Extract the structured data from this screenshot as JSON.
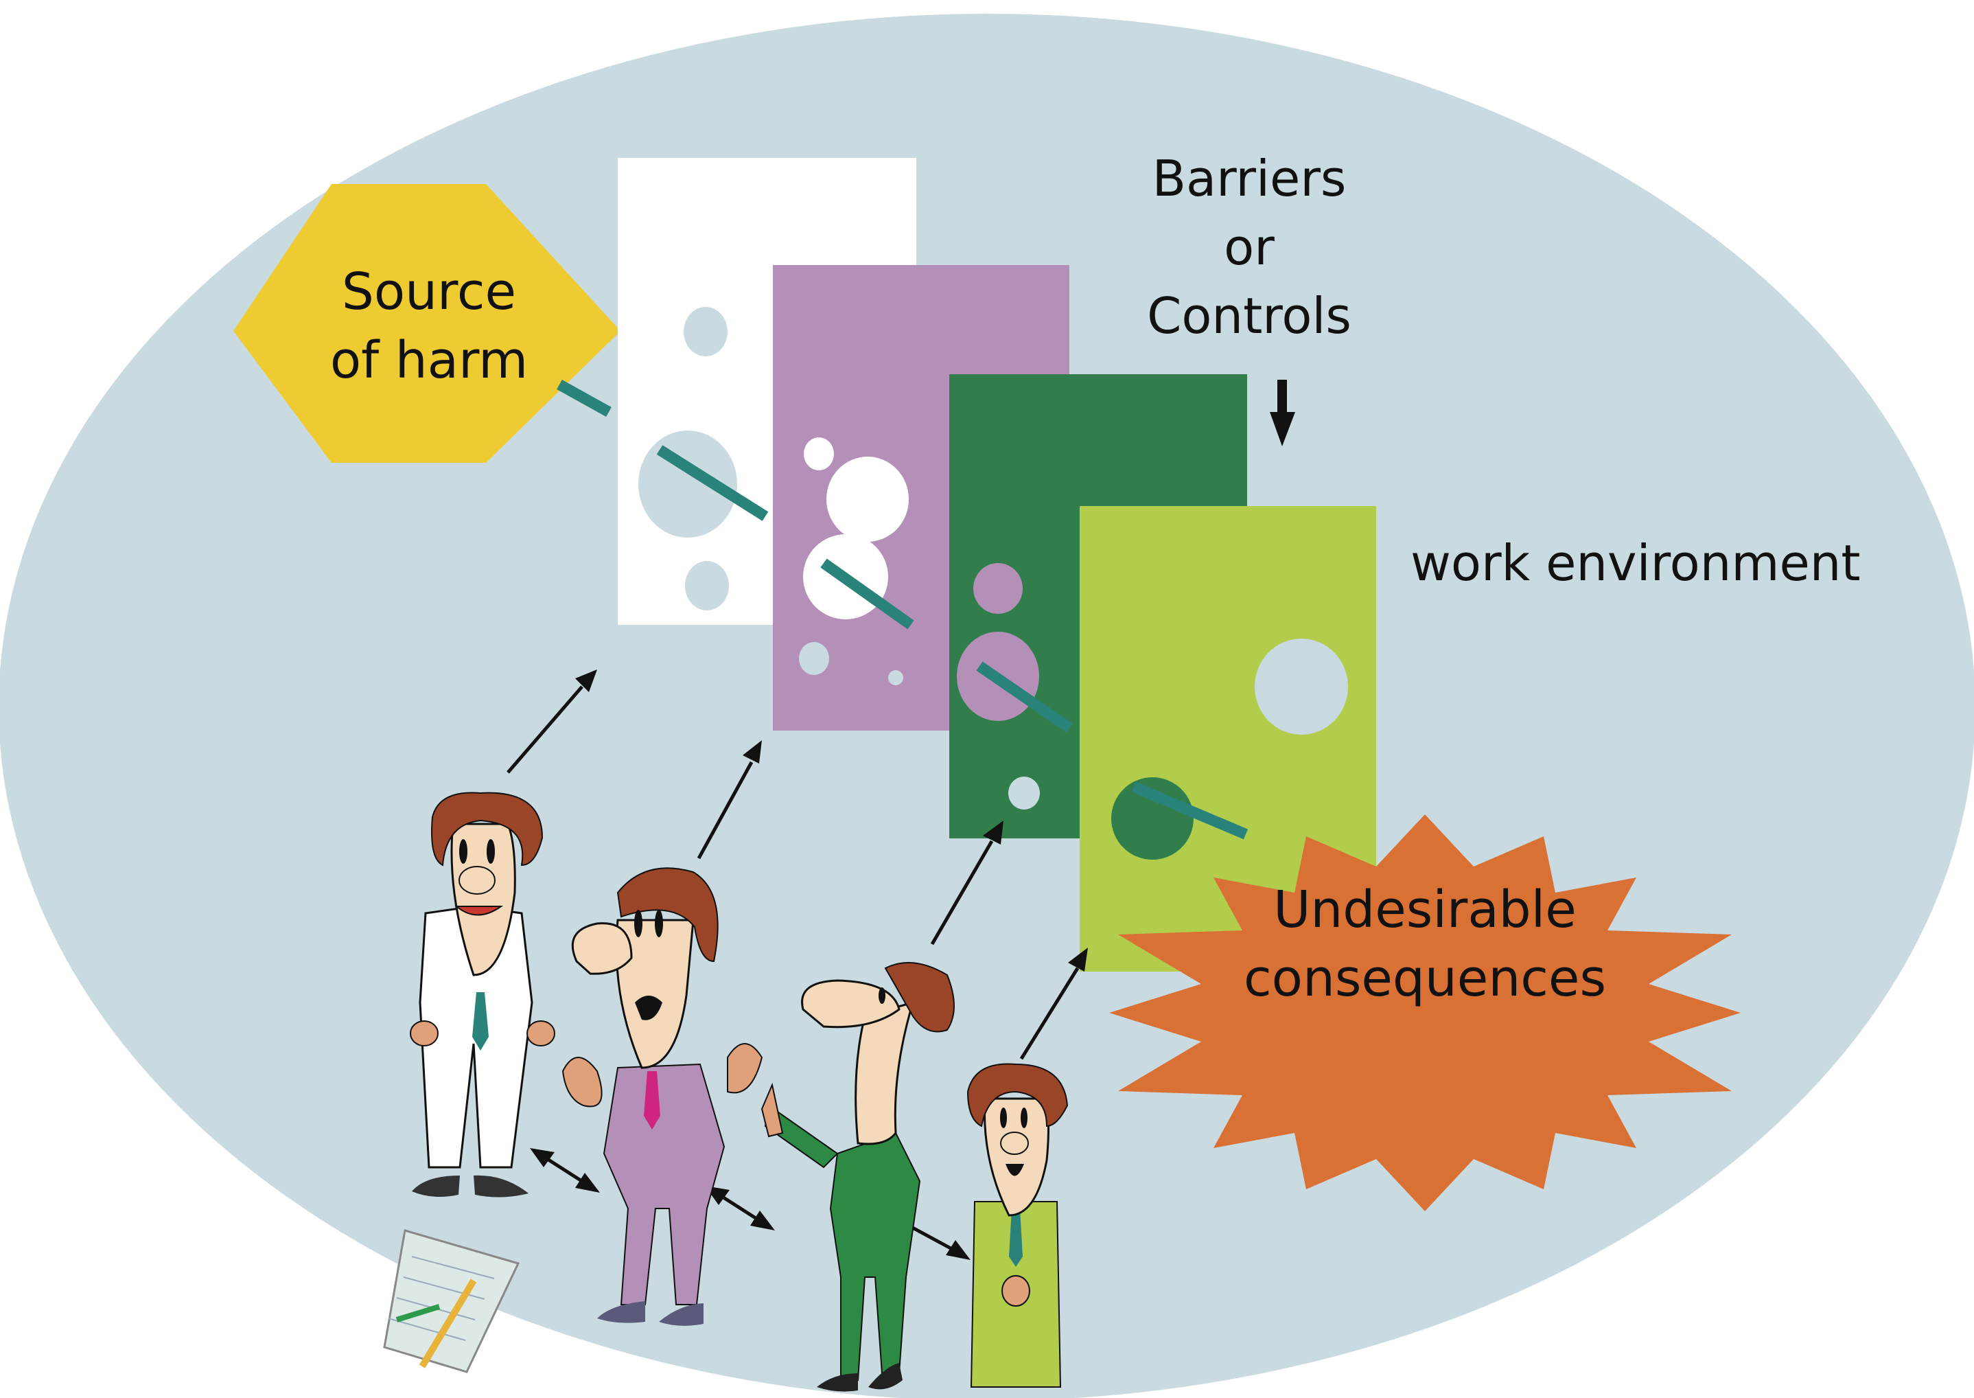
{
  "diagram": {
    "title": "Swiss cheese model of barriers in a work environment",
    "labels": {
      "source_line1": "Source",
      "source_line2": "of harm",
      "barriers_line1": "Barriers",
      "barriers_line2": "or",
      "barriers_line3": "Controls",
      "environment": "work environment",
      "consequence_line1": "Undesirable",
      "consequence_line2": "consequences"
    },
    "barriers": [
      {
        "name": "barrier-1",
        "color": "white"
      },
      {
        "name": "barrier-2",
        "color": "purple"
      },
      {
        "name": "barrier-3",
        "color": "dark green"
      },
      {
        "name": "barrier-4",
        "color": "lime green"
      }
    ],
    "people": [
      {
        "name": "person-white-suit",
        "suit_color": "white",
        "expression": "smiling"
      },
      {
        "name": "person-purple-suit",
        "suit_color": "purple",
        "expression": "worried"
      },
      {
        "name": "person-green-suit",
        "suit_color": "green",
        "expression": "pointing"
      },
      {
        "name": "person-lime-jacket",
        "suit_color": "lime",
        "expression": "cheerful"
      }
    ],
    "colors": {
      "environment_ellipse": "#c9dbe1",
      "source_hexagon": "#eecb30",
      "barrier_white": "#ffffff",
      "barrier_purple": "#b48fb7",
      "barrier_dark_green": "#317e4c",
      "barrier_lime": "#b2cc4b",
      "consequence_burst": "#d97034",
      "trajectory": "#2a837a",
      "text": "#111111"
    }
  }
}
